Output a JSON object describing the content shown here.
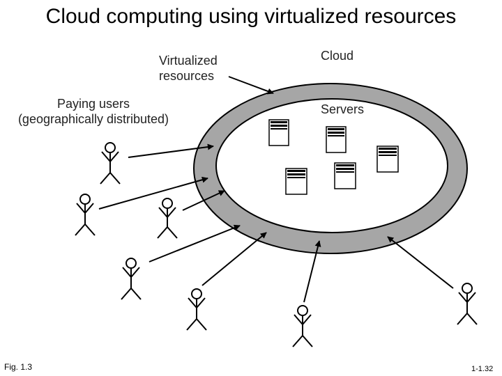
{
  "title": "Cloud computing using virtualized resources",
  "labels": {
    "virtualized_line1": "Virtualized",
    "virtualized_line2": "resources",
    "cloud": "Cloud",
    "servers": "Servers",
    "users_line1": "Paying users",
    "users_line2": "(geographically distributed)"
  },
  "footer": {
    "figure": "Fig. 1.3",
    "page": "1-1.32"
  },
  "colors": {
    "ring": "#a6a6a6",
    "ink": "#000000"
  },
  "icons": {
    "server": "server-icon",
    "user": "stick-figure-user-icon"
  }
}
